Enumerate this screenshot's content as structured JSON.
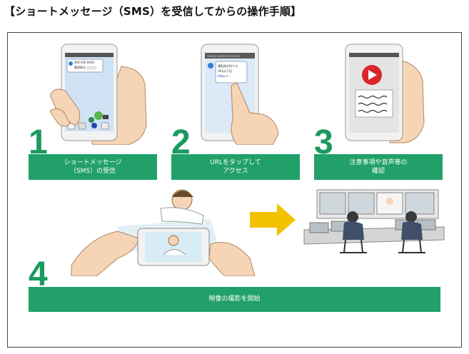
{
  "title": "【ショートメッセージ（SMS）を受信してからの操作手順】",
  "steps": [
    {
      "number": "1",
      "line1": "ショートメッセージ",
      "line2": "（SMS）の受信"
    },
    {
      "number": "2",
      "line1": "URLをタップして",
      "line2": "アクセス"
    },
    {
      "number": "3",
      "line1": "注意事項や音声等の",
      "line2": "確認"
    },
    {
      "number": "4",
      "line1": "映像の撮影を開始"
    }
  ],
  "phone1": {
    "line1": "000 000 0000",
    "line2": "最寄駅名 ◯◯◯"
  },
  "phone2": {
    "header": "××××-××××-×××××",
    "bubble_line1": "運転指令所です。",
    "bubble_line2": "URLは下記",
    "bubble_line3": "https://…"
  },
  "colors": {
    "accent": "#21a169",
    "number": "#1a9a5e",
    "arrow": "#f2c200"
  }
}
